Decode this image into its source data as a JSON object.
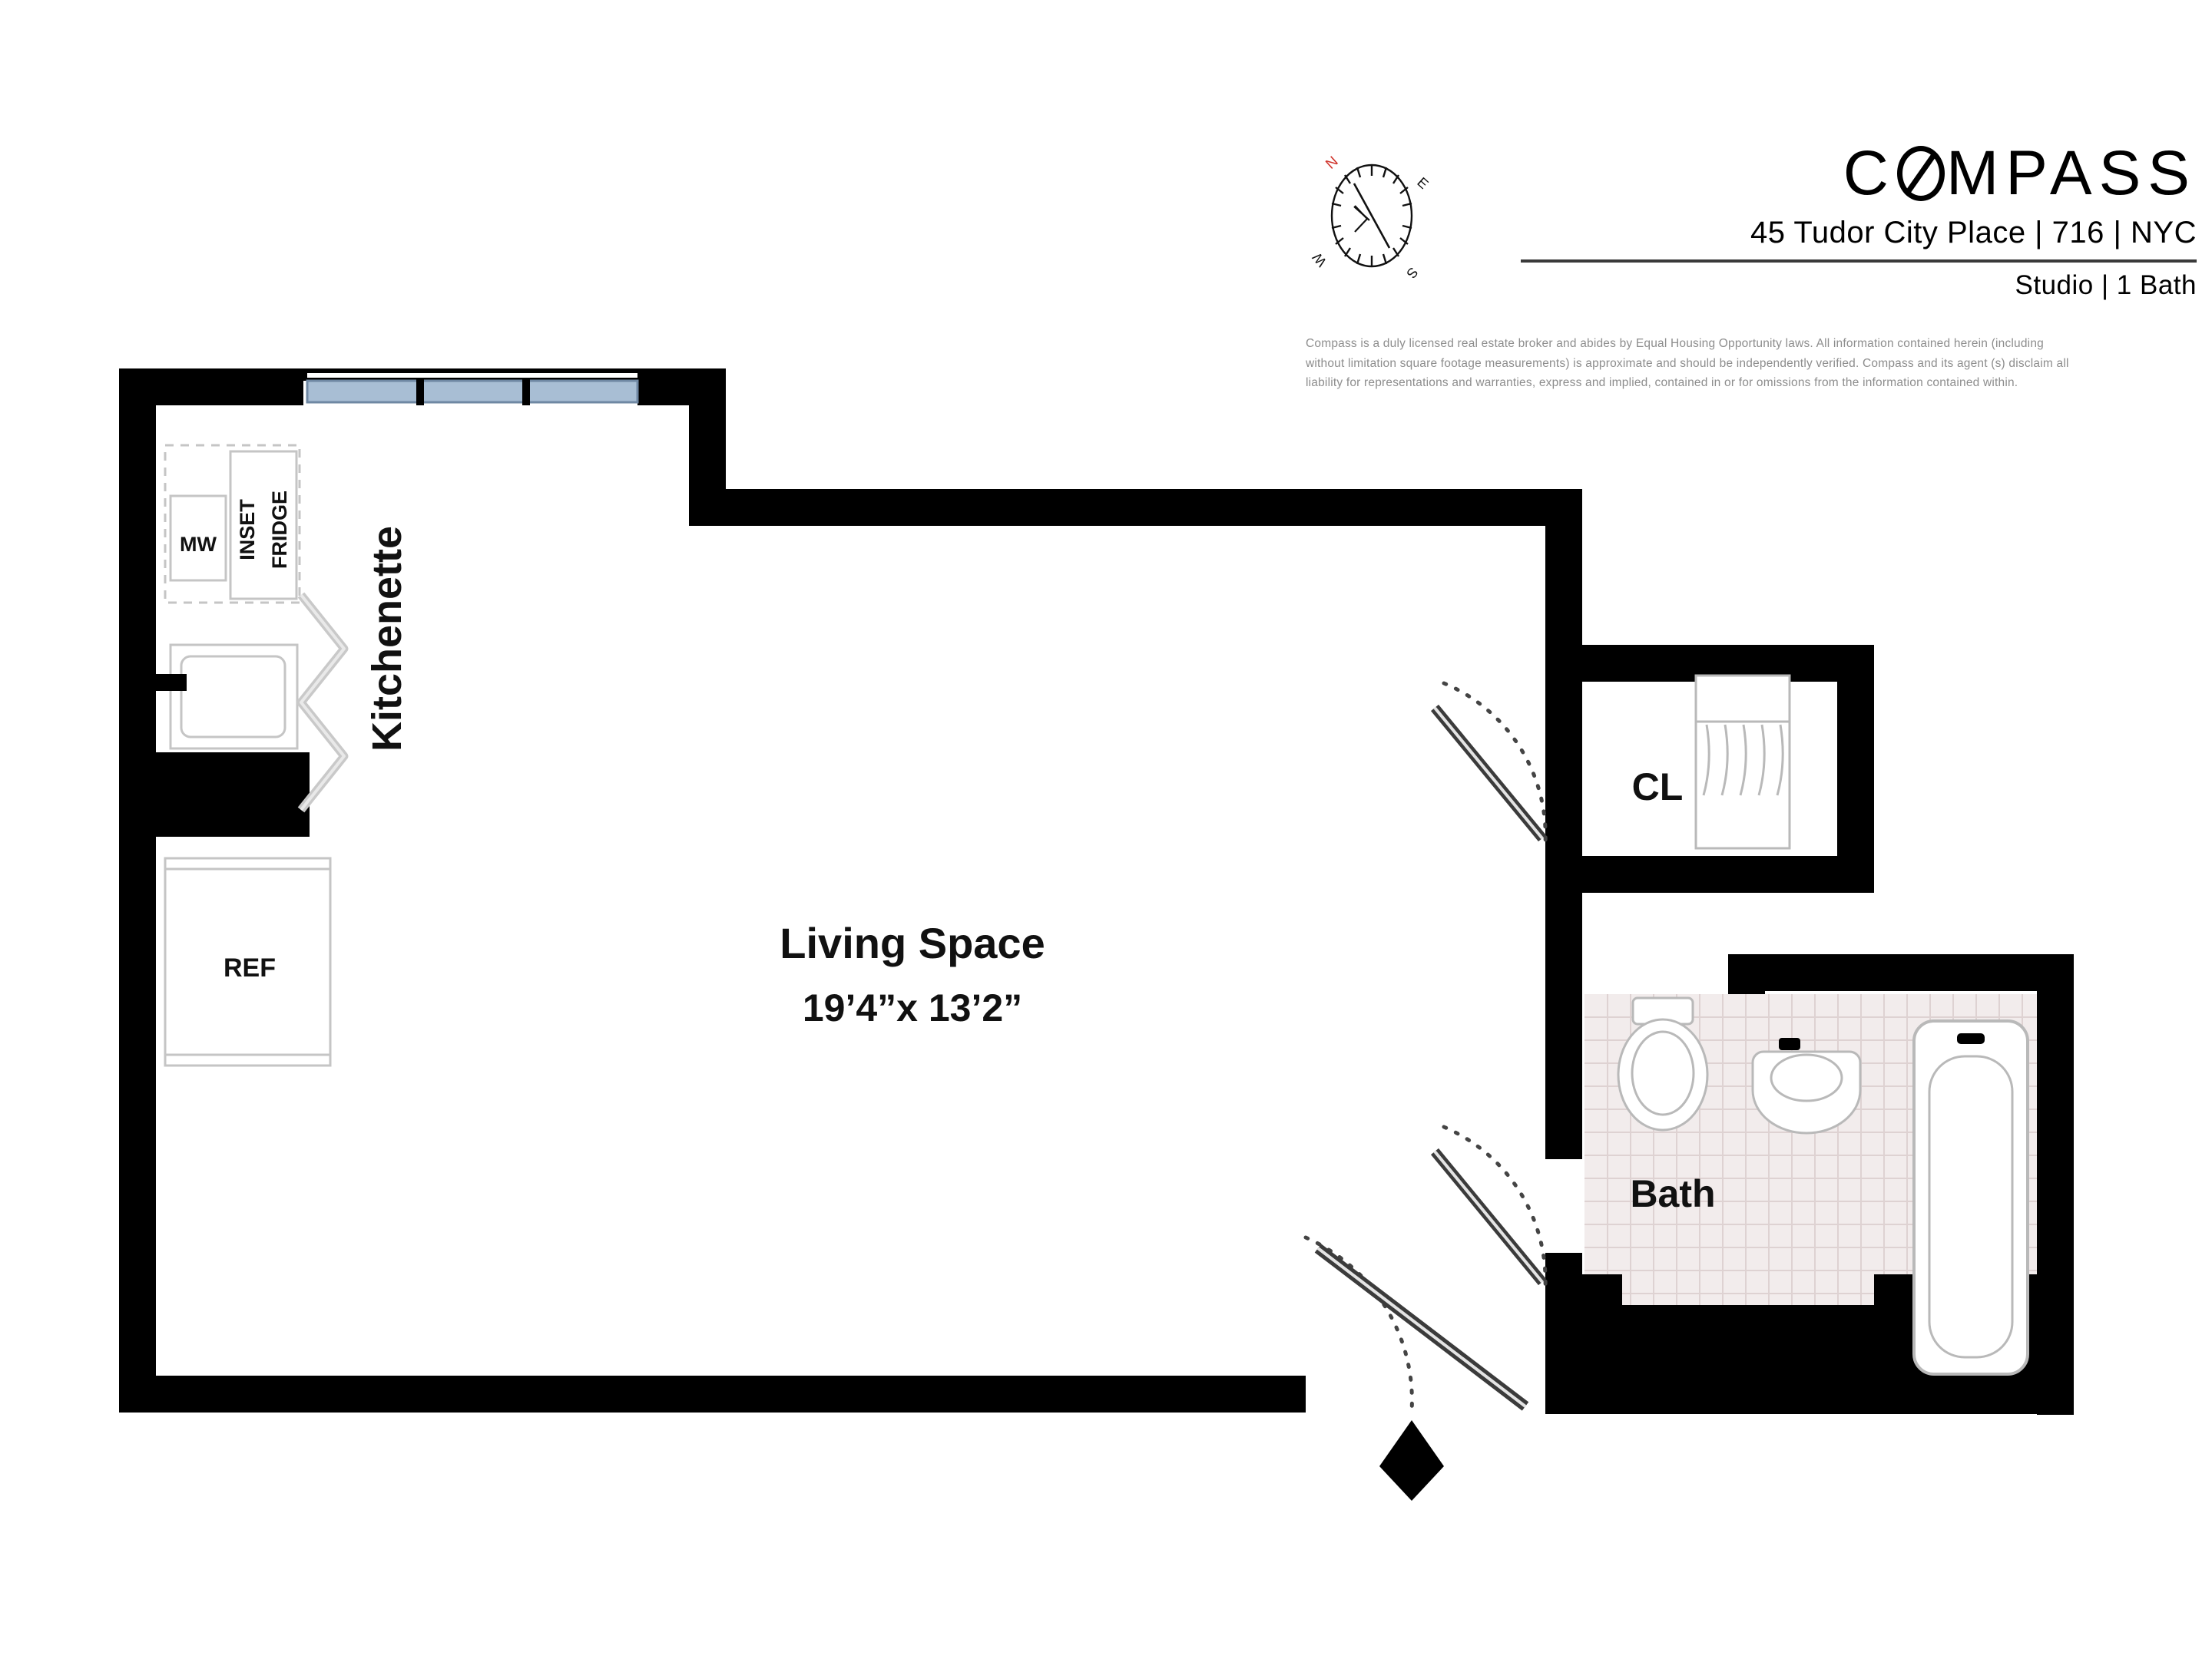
{
  "header": {
    "brand": {
      "pre": "C",
      "o_icon": "compass-o-logo-icon",
      "post": "MPASS"
    },
    "address": "45 Tudor City Place | 716 | NYC",
    "unit": "Studio | 1 Bath",
    "disclaimer_lines": [
      "Compass is a duly licensed real estate broker and abides by Equal Housing Opportunity laws. All information contained herein (including",
      "without limitation square footage measurements) is approximate and should be independently verified. Compass and its agent (s) disclaim all",
      "liability for representations and warranties, express and implied, contained in or for omissions from the information contained within."
    ],
    "compass_rose": {
      "north": "N",
      "east": "E",
      "south": "S",
      "west": "W",
      "north_color": "#d0342c"
    }
  },
  "floorplan": {
    "rooms": [
      {
        "name": "Living Space",
        "dimensions": "19’4”x 13’2”"
      },
      {
        "name": "Bath",
        "dimensions": ""
      },
      {
        "name": "CL",
        "dimensions": ""
      },
      {
        "name": "Kitchenette",
        "dimensions": ""
      }
    ],
    "labels": {
      "living_space": "Living Space",
      "living_space_dims": "19’4”x 13’2”",
      "kitchenette": "Kitchenette",
      "bath": "Bath",
      "closet": "CL",
      "microwave": "MW",
      "inset": "INSET",
      "fridge": "FRIDGE",
      "refrigerator": "REF"
    },
    "colors": {
      "wall": "#000000",
      "floor": "#ffffff",
      "bath_tile": "#f2ecec",
      "bath_tile_line": "#ded2d2",
      "window_glass": "#a8bed4",
      "fixture_outline": "#b9b9b9",
      "door_swing": "#3b3b3b"
    }
  }
}
